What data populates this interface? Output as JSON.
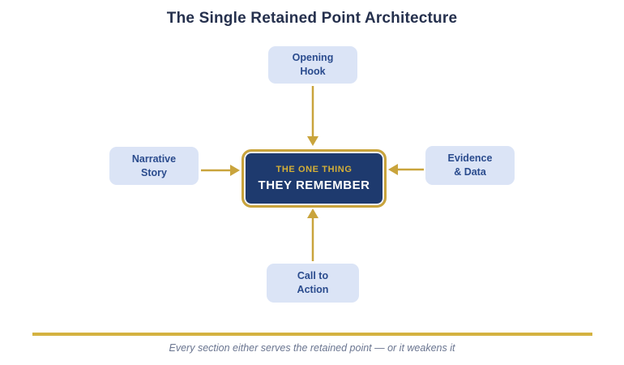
{
  "title": "The Single Retained Point Architecture",
  "diagram": {
    "center": {
      "line1": "THE ONE THING",
      "line2": "THEY REMEMBER"
    },
    "nodes": {
      "top": {
        "line1": "Opening",
        "line2": "Hook"
      },
      "left": {
        "line1": "Narrative",
        "line2": "Story"
      },
      "right": {
        "line1": "Evidence",
        "line2": "& Data"
      },
      "bottom": {
        "line1": "Call to",
        "line2": "Action"
      }
    }
  },
  "footer": {
    "caption": "Every section either serves the retained point — or it weakens it"
  },
  "colors": {
    "navy": "#1e3a6e",
    "gold": "#c9a43c",
    "gold_bright": "#d4b240",
    "gold_text": "#d4af37",
    "node_fill": "#dbe4f6",
    "node_text": "#2a4b8d",
    "title_text": "#25304d",
    "caption_text": "#6a7590"
  }
}
